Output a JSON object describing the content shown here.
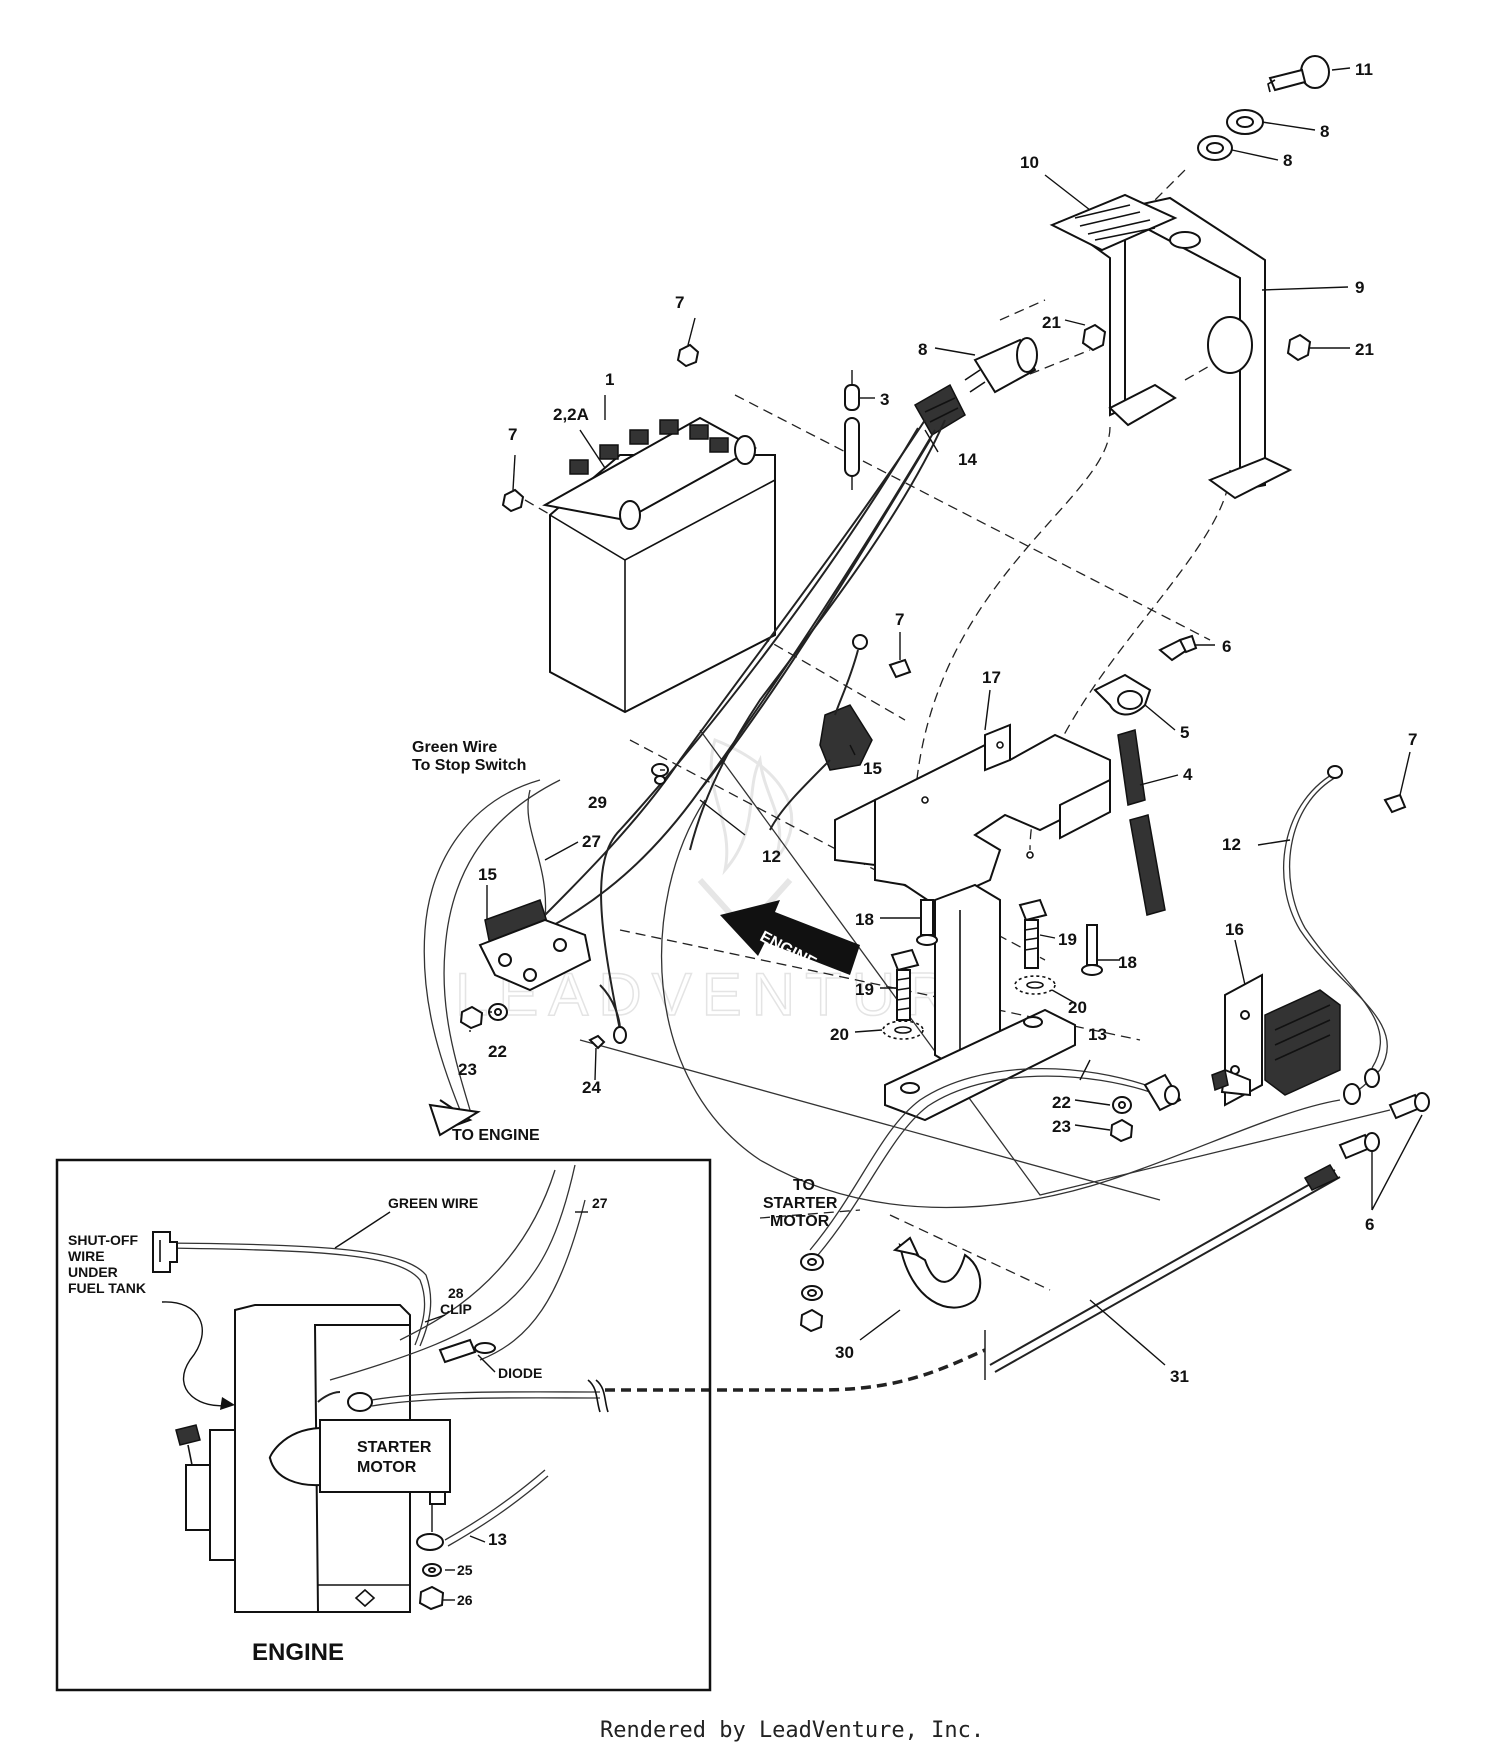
{
  "callouts": [
    {
      "text": "1"
    },
    {
      "text": "2,2A"
    },
    {
      "text": "3"
    },
    {
      "text": "4"
    },
    {
      "text": "5"
    },
    {
      "text": "6"
    },
    {
      "text": "6"
    },
    {
      "text": "7"
    },
    {
      "text": "7"
    },
    {
      "text": "7"
    },
    {
      "text": "7"
    },
    {
      "text": "8"
    },
    {
      "text": "8"
    },
    {
      "text": "8"
    },
    {
      "text": "9"
    },
    {
      "text": "10"
    },
    {
      "text": "11"
    },
    {
      "text": "12"
    },
    {
      "text": "12"
    },
    {
      "text": "13"
    },
    {
      "text": "13"
    },
    {
      "text": "14"
    },
    {
      "text": "15"
    },
    {
      "text": "15"
    },
    {
      "text": "16"
    },
    {
      "text": "17"
    },
    {
      "text": "18"
    },
    {
      "text": "18"
    },
    {
      "text": "19"
    },
    {
      "text": "19"
    },
    {
      "text": "20"
    },
    {
      "text": "20"
    },
    {
      "text": "21"
    },
    {
      "text": "21"
    },
    {
      "text": "22"
    },
    {
      "text": "22"
    },
    {
      "text": "23"
    },
    {
      "text": "23"
    },
    {
      "text": "24"
    },
    {
      "text": "25"
    },
    {
      "text": "26"
    },
    {
      "text": "27"
    },
    {
      "text": "27"
    },
    {
      "text": "29"
    },
    {
      "text": "30"
    },
    {
      "text": "31"
    }
  ],
  "labels": {
    "green_wire_line1": "Green Wire",
    "green_wire_line2": "To Stop Switch",
    "to_engine": "TO ENGINE",
    "to_starter_1": "TO",
    "to_starter_2": "STARTER",
    "to_starter_3": "MOTOR",
    "engine_arrow": "ENGINE",
    "watermark": "LEADVENTURE"
  },
  "inset": {
    "green_wire": "GREEN WIRE",
    "shutoff_1": "SHUT-OFF",
    "shutoff_2": "WIRE",
    "shutoff_3": "UNDER",
    "shutoff_4": "FUEL TANK",
    "clip_num": "28",
    "clip": "CLIP",
    "diode": "DIODE",
    "starter_1": "STARTER",
    "starter_2": "MOTOR",
    "engine": "ENGINE"
  },
  "footer": "Rendered by LeadVenture, Inc."
}
